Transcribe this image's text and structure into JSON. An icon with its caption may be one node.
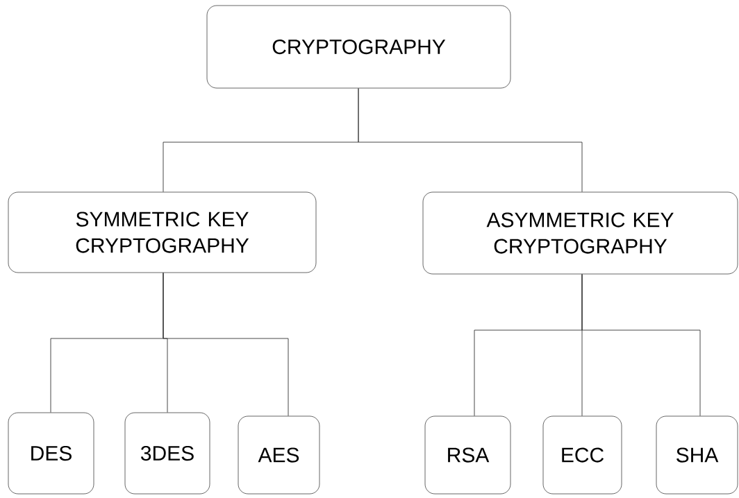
{
  "diagram": {
    "nodes": [
      {
        "text": [
          "CRYPTOGRAPHY"
        ]
      },
      {
        "text": [
          "SYMMETRIC KEY CRYPTOGRAPHY"
        ]
      },
      {
        "text": [
          "ASYMMETRIC KEY CRYPTOGRAPHY"
        ]
      },
      {
        "text": [
          "DES"
        ]
      },
      {
        "text": [
          "3DES"
        ]
      },
      {
        "text": [
          "AES"
        ]
      },
      {
        "text": [
          "RSA"
        ]
      },
      {
        "text": [
          "ECC"
        ]
      },
      {
        "text": [
          "SHA"
        ]
      }
    ],
    "edges": [
      {
        "from": 0,
        "to": 1,
        "arrow": "none"
      },
      {
        "from": 0,
        "to": 2,
        "arrow": "none"
      },
      {
        "from": 1,
        "to": 3,
        "arrow": "none"
      },
      {
        "from": 1,
        "to": 4,
        "arrow": "none"
      },
      {
        "from": 1,
        "to": 5,
        "arrow": "none"
      },
      {
        "from": 2,
        "to": 6,
        "arrow": "none"
      },
      {
        "from": 2,
        "to": 7,
        "arrow": "none"
      },
      {
        "from": 2,
        "to": 8,
        "arrow": "none"
      }
    ]
  }
}
